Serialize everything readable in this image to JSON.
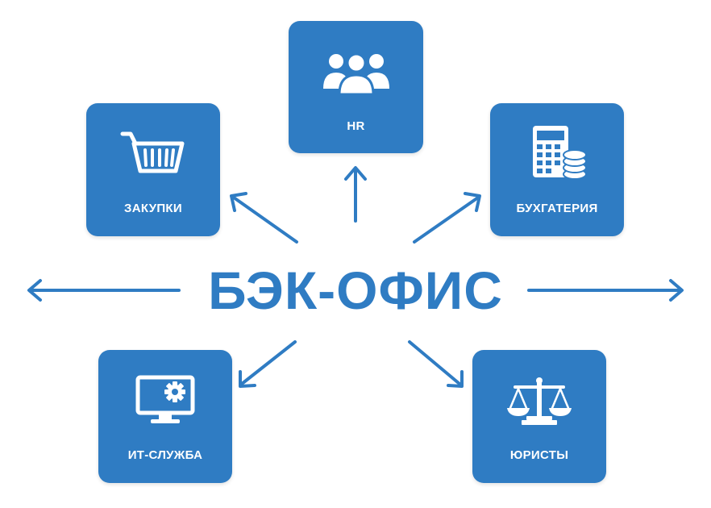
{
  "center": {
    "title": "БЭК-ОФИС"
  },
  "departments": {
    "hr": {
      "label": "HR",
      "icon": "people-group-icon"
    },
    "purchasing": {
      "label": "ЗАКУПКИ",
      "icon": "shopping-cart-icon"
    },
    "accounting": {
      "label": "БУХГАТЕРИЯ",
      "icon": "calculator-coins-icon"
    },
    "it": {
      "label": "ИТ-СЛУЖБА",
      "icon": "monitor-gear-icon"
    },
    "legal": {
      "label": "ЮРИСТЫ",
      "icon": "scales-icon"
    }
  },
  "colors": {
    "accent": "#2f7cc3",
    "background": "#ffffff",
    "tile_text": "#ffffff"
  }
}
